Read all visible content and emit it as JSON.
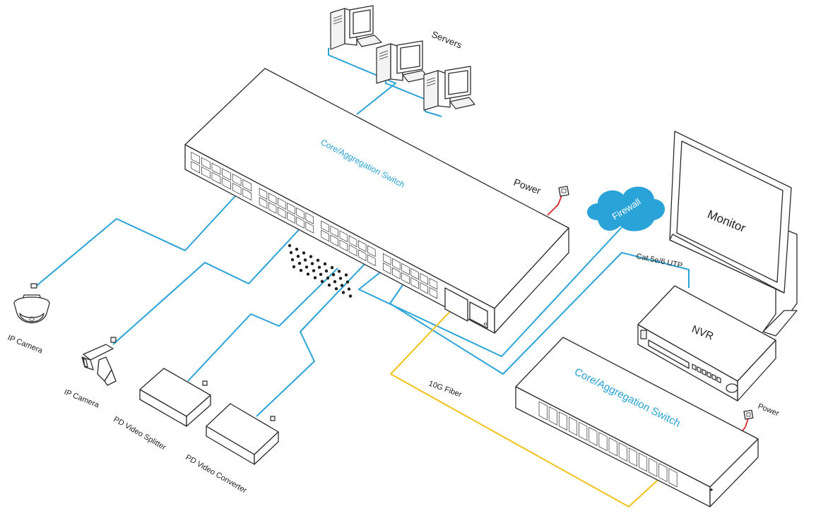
{
  "labels": {
    "servers": "Servers",
    "core_switch_top": "Core/Aggregation Switch",
    "power_top": "Power",
    "firewall": "Firewall",
    "monitor": "Monitor",
    "cat_cable": "Cat.5e/6 UTP",
    "nvr": "NVR",
    "core_switch_bottom": "Core/Aggregation Switch",
    "power_bottom": "Power",
    "fiber": "10G Fiber",
    "ip_camera_dome": "IP Camera",
    "ip_camera_bullet": "IP Camera",
    "pd_splitter": "PD Video Splitter",
    "pd_converter": "PD Video Converter"
  },
  "colors": {
    "ethernet_cable": "#2aa3d8",
    "fiber_cable": "#f2c21b",
    "power_cable": "#d8262c",
    "firewall_cloud": "#2aa3d8"
  },
  "icons": {
    "server": "server-tower-icon",
    "camera_dome": "dome-camera-icon",
    "camera_bullet": "bullet-camera-icon",
    "power_socket": "power-socket-icon"
  }
}
